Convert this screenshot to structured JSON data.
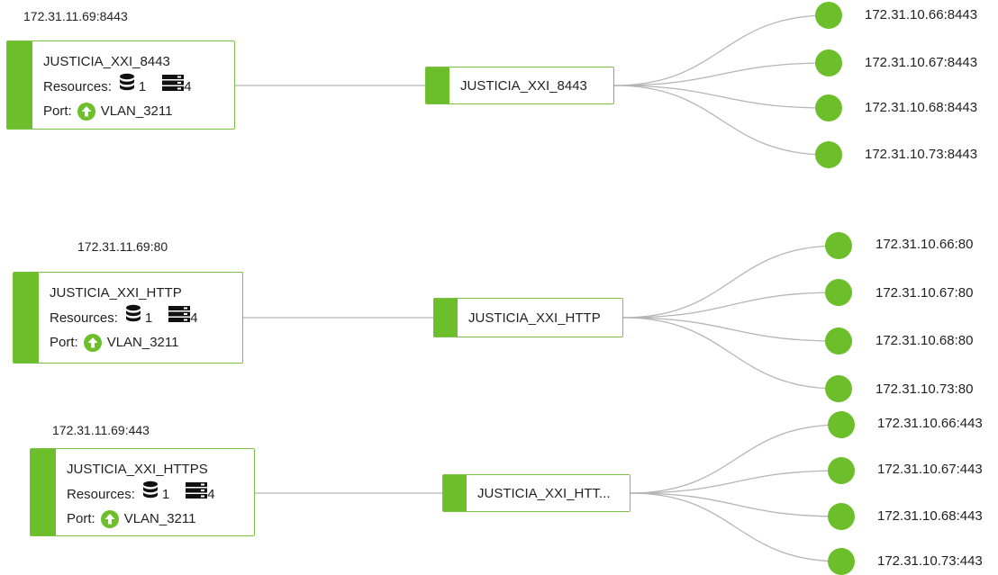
{
  "groups": [
    {
      "address_label": "172.31.11.69:8443",
      "virtual_server": {
        "name": "JUSTICIA_XXI_8443",
        "resources_label": "Resources:",
        "pool_count": "1",
        "member_count": "4",
        "port_label": "Port:",
        "vlan": "VLAN_3211"
      },
      "pool": {
        "name": "JUSTICIA_XXI_8443"
      },
      "members": [
        "172.31.10.66:8443",
        "172.31.10.67:8443",
        "172.31.10.68:8443",
        "172.31.10.73:8443"
      ]
    },
    {
      "address_label": "172.31.11.69:80",
      "virtual_server": {
        "name": "JUSTICIA_XXI_HTTP",
        "resources_label": "Resources:",
        "pool_count": "1",
        "member_count": "4",
        "port_label": "Port:",
        "vlan": "VLAN_3211"
      },
      "pool": {
        "name": "JUSTICIA_XXI_HTTP"
      },
      "members": [
        "172.31.10.66:80",
        "172.31.10.67:80",
        "172.31.10.68:80",
        "172.31.10.73:80"
      ]
    },
    {
      "address_label": "172.31.11.69:443",
      "virtual_server": {
        "name": "JUSTICIA_XXI_HTTPS",
        "resources_label": "Resources:",
        "pool_count": "1",
        "member_count": "4",
        "port_label": "Port:",
        "vlan": "VLAN_3211"
      },
      "pool": {
        "name": "JUSTICIA_XXI_HTT..."
      },
      "members": [
        "172.31.10.66:443",
        "172.31.10.67:443",
        "172.31.10.68:443",
        "172.31.10.73:443"
      ]
    }
  ],
  "icons": {
    "pool": "database-icon",
    "members": "server-stack-icon",
    "port": "arrow-up-circle-icon"
  },
  "colors": {
    "accent": "#6cbf2a",
    "border": "#7ac143",
    "link": "#b5b5b5"
  }
}
